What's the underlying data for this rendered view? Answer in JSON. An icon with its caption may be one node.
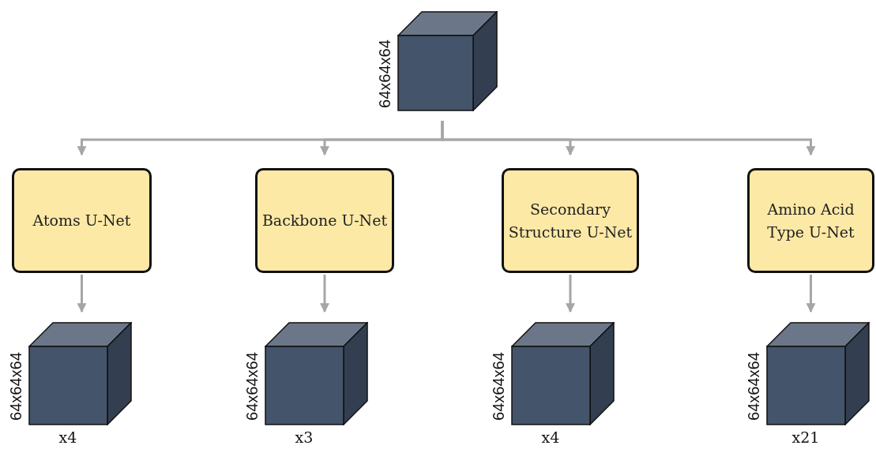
{
  "diagram": {
    "nodes": [
      {
        "text": [],
        "shape": "cube",
        "beside": [
          "64x64x64"
        ]
      },
      {
        "text": [
          "Atoms U-Net"
        ]
      },
      {
        "text": [
          "Backbone U-Net"
        ]
      },
      {
        "text": [
          "Secondary Structure U-Net"
        ]
      },
      {
        "text": [
          "Amino Acid Type U-Net"
        ]
      },
      {
        "text": [],
        "shape": "cube",
        "beside": [
          "64x64x64",
          "x4"
        ]
      },
      {
        "text": [],
        "shape": "cube",
        "beside": [
          "64x64x64",
          "x3"
        ]
      },
      {
        "text": [],
        "shape": "cube",
        "beside": [
          "64x64x64",
          "x4"
        ]
      },
      {
        "text": [],
        "shape": "cube",
        "beside": [
          "64x64x64",
          "x21"
        ]
      }
    ],
    "edges": [
      {
        "from": 0,
        "to": 1,
        "arrow": "to"
      },
      {
        "from": 0,
        "to": 2,
        "arrow": "to"
      },
      {
        "from": 0,
        "to": 3,
        "arrow": "to"
      },
      {
        "from": 0,
        "to": 4,
        "arrow": "to"
      },
      {
        "from": 1,
        "to": 5,
        "arrow": "to"
      },
      {
        "from": 2,
        "to": 6,
        "arrow": "to"
      },
      {
        "from": 3,
        "to": 7,
        "arrow": "to"
      },
      {
        "from": 4,
        "to": 8,
        "arrow": "to"
      }
    ]
  }
}
